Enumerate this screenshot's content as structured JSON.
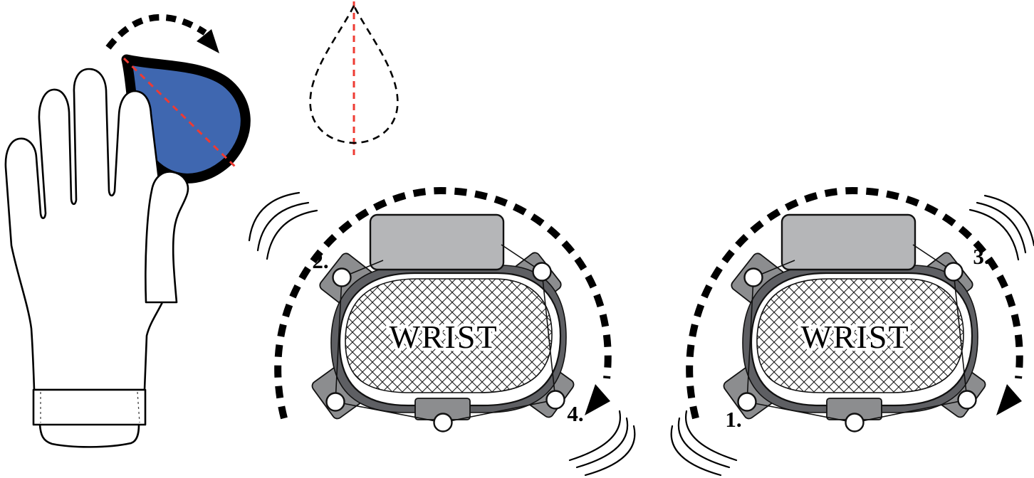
{
  "wrist_left": {
    "label": "WRIST",
    "step_top_left": "2.",
    "step_bottom_right": "4."
  },
  "wrist_right": {
    "label": "WRIST",
    "step_top_right": "3.",
    "step_bottom_left": "1."
  },
  "colors": {
    "device_blue": "#3f67b0",
    "axis_red": "#ee3b33",
    "band_gray": "#5e5f63",
    "module_gray": "#8c8d8f",
    "watch_gray": "#b5b6b8"
  }
}
